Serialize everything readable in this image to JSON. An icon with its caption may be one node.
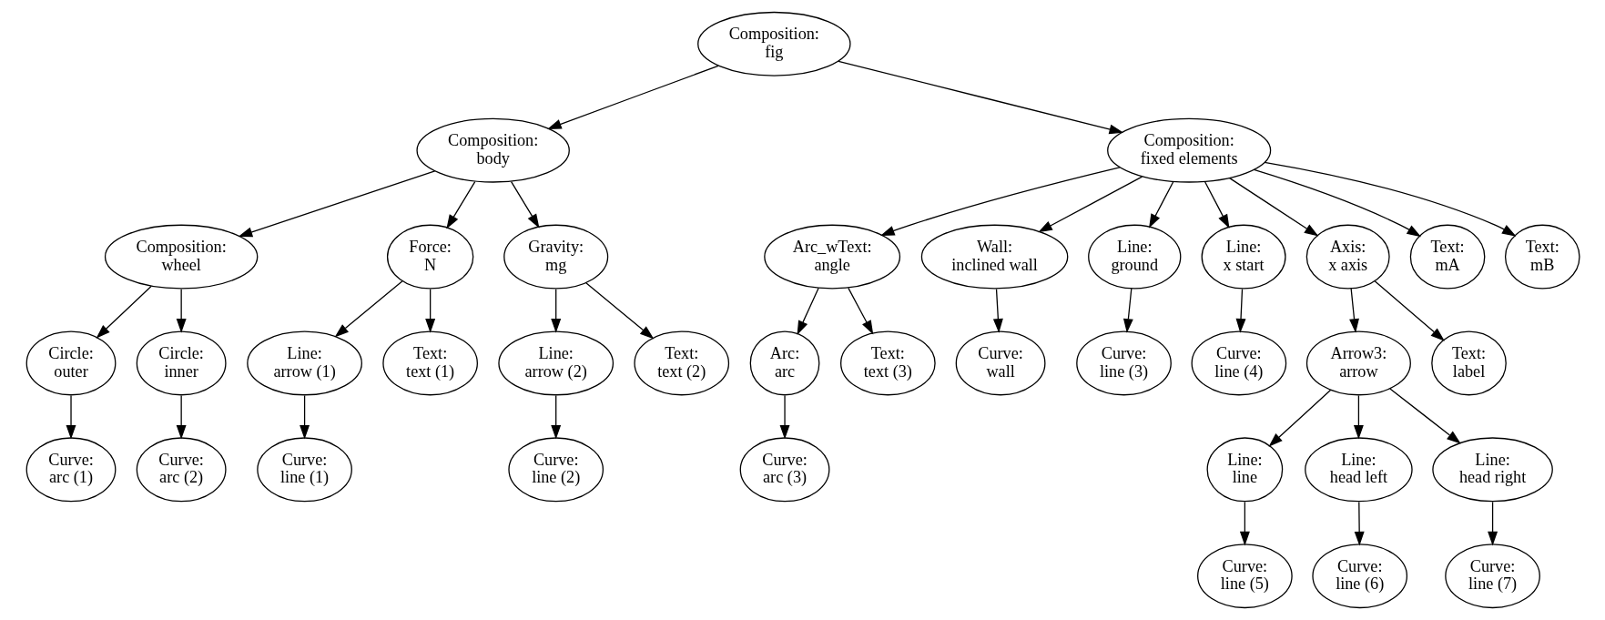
{
  "diagram": {
    "nodes": [
      {
        "text": [
          "Composition:",
          "fig"
        ]
      },
      {
        "text": [
          "Composition:",
          "body"
        ]
      },
      {
        "text": [
          "Composition:",
          "fixed elements"
        ]
      },
      {
        "text": [
          "Composition:",
          "wheel"
        ]
      },
      {
        "text": [
          "Force:",
          "N"
        ]
      },
      {
        "text": [
          "Gravity:",
          "mg"
        ]
      },
      {
        "text": [
          "Arc_wText:",
          "angle"
        ]
      },
      {
        "text": [
          "Wall:",
          "inclined wall"
        ]
      },
      {
        "text": [
          "Line:",
          "ground"
        ]
      },
      {
        "text": [
          "Line:",
          "x start"
        ]
      },
      {
        "text": [
          "Axis:",
          "x axis"
        ]
      },
      {
        "text": [
          "Text:",
          "mA"
        ]
      },
      {
        "text": [
          "Text:",
          "mB"
        ]
      },
      {
        "text": [
          "Circle:",
          "outer"
        ]
      },
      {
        "text": [
          "Circle:",
          "inner"
        ]
      },
      {
        "text": [
          "Line:",
          "arrow (1)"
        ]
      },
      {
        "text": [
          "Text:",
          "text (1)"
        ]
      },
      {
        "text": [
          "Line:",
          "arrow (2)"
        ]
      },
      {
        "text": [
          "Text:",
          "text (2)"
        ]
      },
      {
        "text": [
          "Arc:",
          "arc"
        ]
      },
      {
        "text": [
          "Text:",
          "text (3)"
        ]
      },
      {
        "text": [
          "Curve:",
          "wall"
        ]
      },
      {
        "text": [
          "Curve:",
          "line (3)"
        ]
      },
      {
        "text": [
          "Curve:",
          "line (4)"
        ]
      },
      {
        "text": [
          "Arrow3:",
          "arrow"
        ]
      },
      {
        "text": [
          "Text:",
          "label"
        ]
      },
      {
        "text": [
          "Curve:",
          "arc (1)"
        ]
      },
      {
        "text": [
          "Curve:",
          "arc (2)"
        ]
      },
      {
        "text": [
          "Curve:",
          "line (1)"
        ]
      },
      {
        "text": [
          "Curve:",
          "line (2)"
        ]
      },
      {
        "text": [
          "Curve:",
          "arc (3)"
        ]
      },
      {
        "text": [
          "Line:",
          "line"
        ]
      },
      {
        "text": [
          "Line:",
          "head left"
        ]
      },
      {
        "text": [
          "Line:",
          "head right"
        ]
      },
      {
        "text": [
          "Curve:",
          "line (5)"
        ]
      },
      {
        "text": [
          "Curve:",
          "line (6)"
        ]
      },
      {
        "text": [
          "Curve:",
          "line (7)"
        ]
      }
    ],
    "edges": [
      {
        "from": 0,
        "to": 1,
        "arrow": "to"
      },
      {
        "from": 0,
        "to": 2,
        "arrow": "to"
      },
      {
        "from": 1,
        "to": 3,
        "arrow": "to"
      },
      {
        "from": 1,
        "to": 4,
        "arrow": "to"
      },
      {
        "from": 1,
        "to": 5,
        "arrow": "to"
      },
      {
        "from": 2,
        "to": 6,
        "arrow": "to"
      },
      {
        "from": 2,
        "to": 7,
        "arrow": "to"
      },
      {
        "from": 2,
        "to": 8,
        "arrow": "to"
      },
      {
        "from": 2,
        "to": 9,
        "arrow": "to"
      },
      {
        "from": 2,
        "to": 10,
        "arrow": "to"
      },
      {
        "from": 2,
        "to": 11,
        "arrow": "to"
      },
      {
        "from": 2,
        "to": 12,
        "arrow": "to"
      },
      {
        "from": 3,
        "to": 13,
        "arrow": "to"
      },
      {
        "from": 3,
        "to": 14,
        "arrow": "to"
      },
      {
        "from": 4,
        "to": 15,
        "arrow": "to"
      },
      {
        "from": 4,
        "to": 16,
        "arrow": "to"
      },
      {
        "from": 5,
        "to": 17,
        "arrow": "to"
      },
      {
        "from": 5,
        "to": 18,
        "arrow": "to"
      },
      {
        "from": 6,
        "to": 19,
        "arrow": "to"
      },
      {
        "from": 6,
        "to": 20,
        "arrow": "to"
      },
      {
        "from": 7,
        "to": 21,
        "arrow": "to"
      },
      {
        "from": 8,
        "to": 22,
        "arrow": "to"
      },
      {
        "from": 9,
        "to": 23,
        "arrow": "to"
      },
      {
        "from": 10,
        "to": 24,
        "arrow": "to"
      },
      {
        "from": 10,
        "to": 25,
        "arrow": "to"
      },
      {
        "from": 13,
        "to": 26,
        "arrow": "to"
      },
      {
        "from": 14,
        "to": 27,
        "arrow": "to"
      },
      {
        "from": 15,
        "to": 28,
        "arrow": "to"
      },
      {
        "from": 17,
        "to": 29,
        "arrow": "to"
      },
      {
        "from": 19,
        "to": 30,
        "arrow": "to"
      },
      {
        "from": 24,
        "to": 31,
        "arrow": "to"
      },
      {
        "from": 24,
        "to": 32,
        "arrow": "to"
      },
      {
        "from": 24,
        "to": 33,
        "arrow": "to"
      },
      {
        "from": 31,
        "to": 34,
        "arrow": "to"
      },
      {
        "from": 32,
        "to": 35,
        "arrow": "to"
      },
      {
        "from": 33,
        "to": 36,
        "arrow": "to"
      }
    ]
  }
}
